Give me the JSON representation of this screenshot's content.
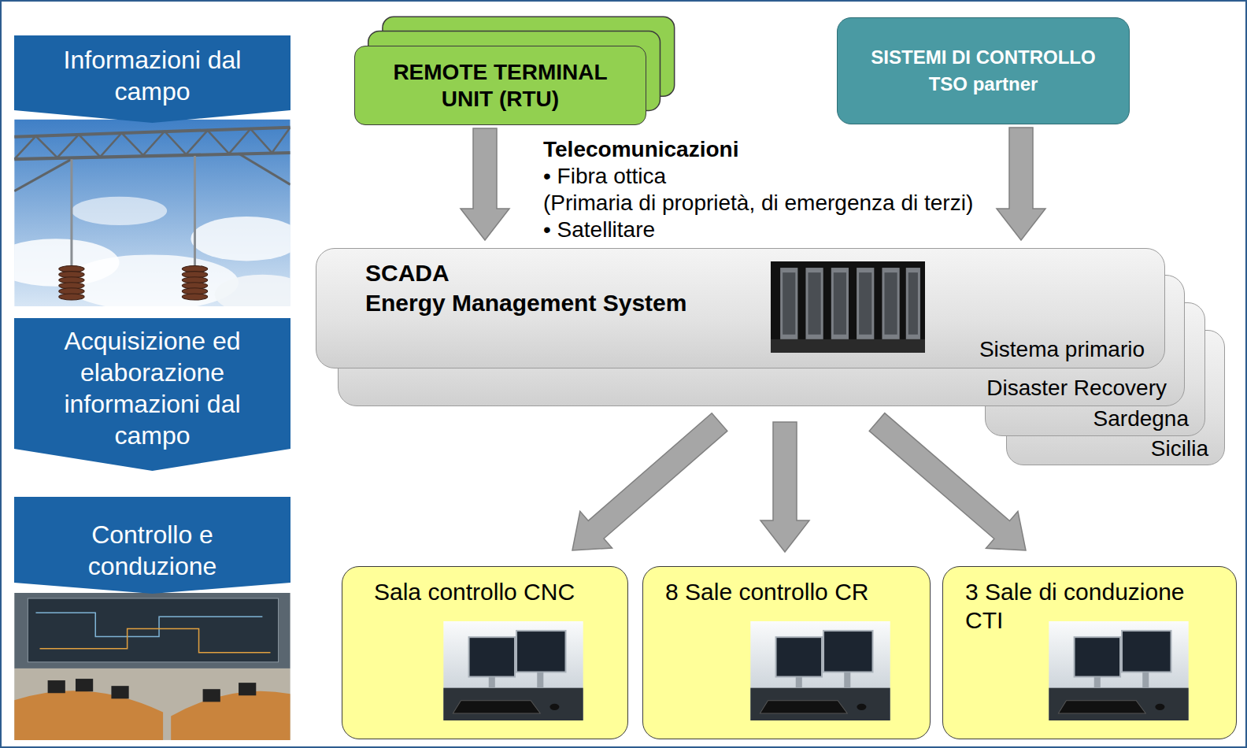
{
  "diagram": {
    "nodes": [
      {
        "text": [
          "Informazioni dal campo"
        ]
      },
      {
        "text": [
          "REMOTE TERMINAL UNIT (RTU)"
        ]
      },
      {
        "text": [
          "SISTEMI DI CONTROLLO",
          "TSO partner"
        ]
      },
      {
        "text": [
          "Acquisizione ed elaborazione informazioni dal campo"
        ]
      },
      {
        "text": [
          "SCADA",
          "Energy Management System",
          "Sistema primario"
        ]
      },
      {
        "text": [
          "Disaster Recovery"
        ]
      },
      {
        "text": [
          "Sardegna"
        ]
      },
      {
        "text": [
          "Sicilia"
        ]
      },
      {
        "text": [
          "Controllo e conduzione"
        ]
      },
      {
        "text": [
          "Sala controllo CNC"
        ]
      },
      {
        "text": [
          "8 Sale controllo CR"
        ]
      },
      {
        "text": [
          "3 Sale di conduzione CTI"
        ]
      }
    ],
    "edges": [
      {
        "from": 1,
        "to": 4,
        "arrow": "to"
      },
      {
        "from": 2,
        "to": 4,
        "arrow": "to"
      },
      {
        "from": 4,
        "to": 9,
        "arrow": "to"
      },
      {
        "from": 4,
        "to": 10,
        "arrow": "to"
      },
      {
        "from": 4,
        "to": 11,
        "arrow": "to"
      }
    ],
    "labels": [
      "Telecomunicazioni",
      "• Fibra ottica",
      "(Primaria di proprietà, di emergenza di terzi)",
      "• Satellitare"
    ]
  }
}
